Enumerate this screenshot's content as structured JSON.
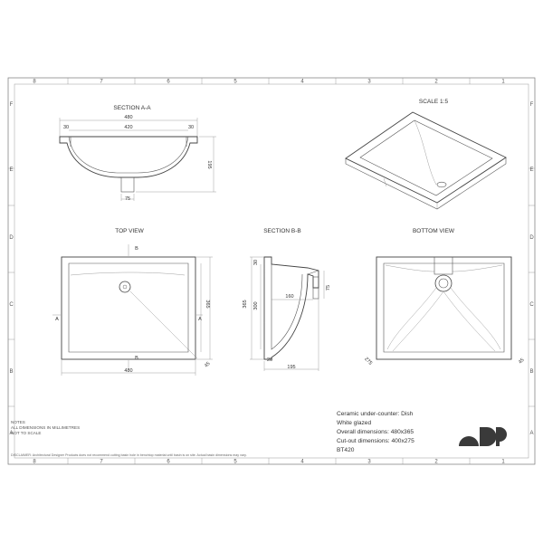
{
  "grid": {
    "columns": [
      "8",
      "7",
      "6",
      "5",
      "4",
      "3",
      "2",
      "1"
    ],
    "rows": [
      "F",
      "E",
      "D",
      "C",
      "B",
      "A"
    ]
  },
  "views": {
    "section_aa": {
      "title": "SECTION A-A",
      "dims": [
        "480",
        "420",
        "30",
        "30",
        "195",
        "75"
      ]
    },
    "scale": {
      "title": "SCALE 1:5"
    },
    "top": {
      "title": "TOP VIEW",
      "dims": [
        "B",
        "B",
        "A",
        "A",
        "365",
        "480",
        "45"
      ]
    },
    "section_bb": {
      "title": "SECTION B-B",
      "dims": [
        "30",
        "160",
        "75",
        "365",
        "300",
        "20",
        "195"
      ]
    },
    "bottom": {
      "title": "BOTTOM VIEW",
      "dims": [
        "275",
        "45"
      ]
    }
  },
  "spec": {
    "line1": "Ceramic under-counter: Dish",
    "line2": "White glazed",
    "line3": "Overall dimensions: 480x365",
    "line4": "Cut-out dimensions: 400x275",
    "line5": "BT420"
  },
  "notes": {
    "line1": "NOTES",
    "line2": "ALL DIMENSIONS IN MILLIMETRES",
    "line3": "NOT TO SCALE"
  },
  "disclaimer": "DISCLAIMER: Architectural Designer Products does not recommend cutting basin hole in benchtop material until basin is on site. Actual basin dimensions may vary.",
  "colors": {
    "line": "#555555",
    "background": "#ffffff",
    "logo": "#3a3a3a"
  }
}
